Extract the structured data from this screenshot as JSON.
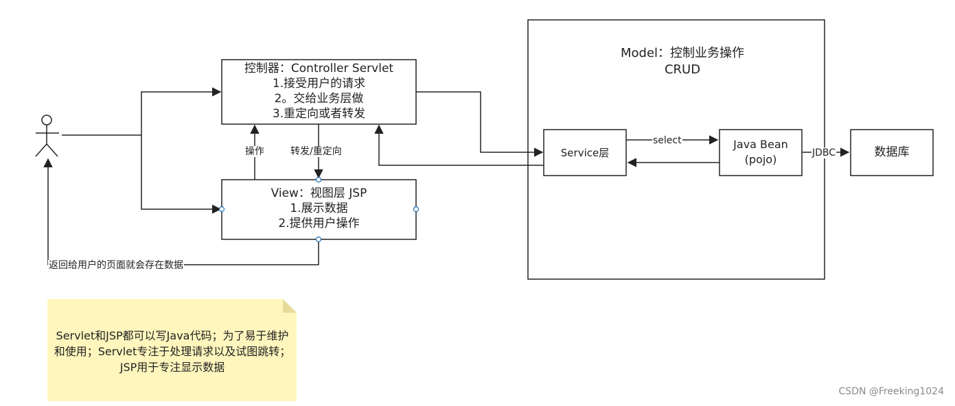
{
  "controller": {
    "title": "控制器：Controller Servlet",
    "lines": [
      "1.接受用户的请求",
      "2。交给业务层做",
      "3.重定向或者转发"
    ]
  },
  "view": {
    "title": "View：视图层 JSP",
    "lines": [
      "1.展示数据",
      "2.提供用户操作"
    ]
  },
  "model": {
    "title": "Model：控制业务操作",
    "subtitle": "CRUD"
  },
  "service": {
    "label": "Service层"
  },
  "javabean": {
    "line1": "Java Bean",
    "line2": "(pojo)"
  },
  "database": {
    "label": "数据库"
  },
  "edges": {
    "operate": "操作",
    "forward_redirect": "转发/重定向",
    "return_to_user": "返回给用户的页面就会存在数据",
    "select": "select",
    "jdbc": "JDBC"
  },
  "note": {
    "text": "Servlet和JSP都可以写Java代码；为了易于维护和使用；Servlet专注于处理请求以及试图跳转；JSP用于专注显示数据",
    "fill": "#fff6bd"
  },
  "watermark": "CSDN @Freeking1024",
  "colors": {
    "line": "#222222",
    "connector": "#1f6fb5"
  }
}
